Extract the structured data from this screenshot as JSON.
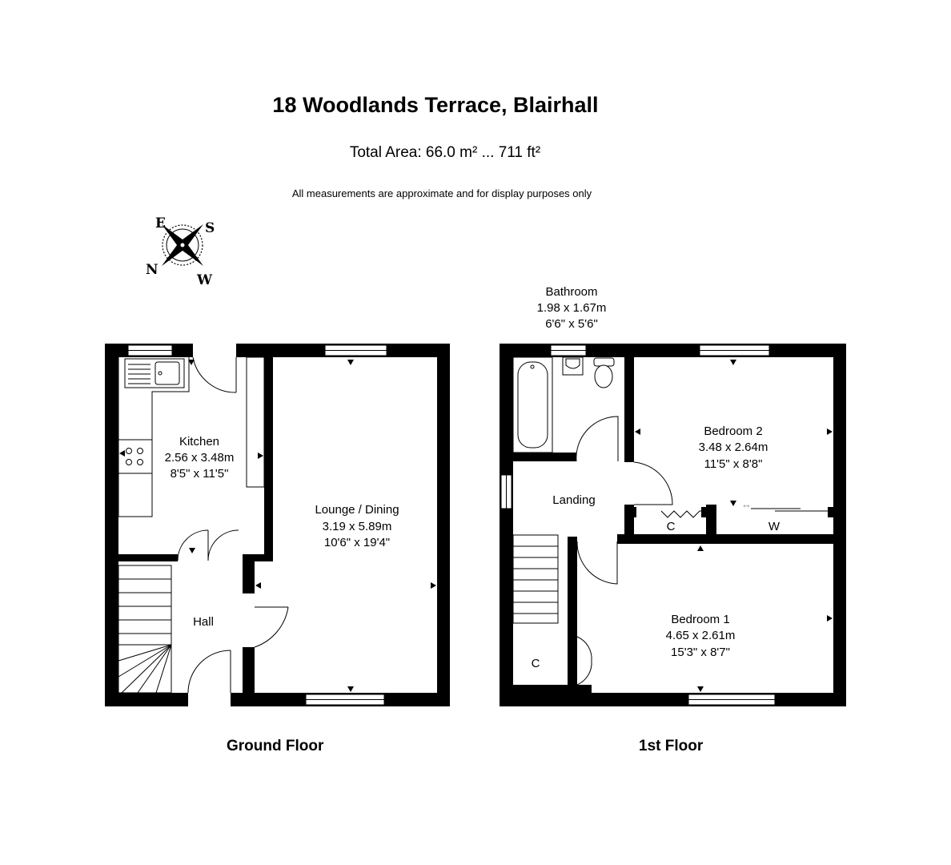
{
  "header": {
    "title": "18 Woodlands Terrace, Blairhall",
    "total_area": "Total Area: 66.0 m² ... 711 ft²",
    "disclaimer": "All measurements are approximate and for display purposes only"
  },
  "compass": {
    "n": "N",
    "e": "E",
    "s": "S",
    "w": "W"
  },
  "ground_floor": {
    "label": "Ground Floor",
    "kitchen": {
      "name": "Kitchen",
      "metric": "2.56 x 3.48m",
      "imperial": "8'5\" x 11'5\""
    },
    "lounge": {
      "name": "Lounge / Dining",
      "metric": "3.19 x 5.89m",
      "imperial": "10'6\" x 19'4\""
    },
    "hall": {
      "name": "Hall"
    }
  },
  "first_floor": {
    "label": "1st Floor",
    "bathroom": {
      "name": "Bathroom",
      "metric": "1.98 x 1.67m",
      "imperial": "6'6\" x 5'6\""
    },
    "bedroom2": {
      "name": "Bedroom 2",
      "metric": "3.48 x 2.64m",
      "imperial": "11'5\" x 8'8\""
    },
    "landing": {
      "name": "Landing"
    },
    "bedroom1": {
      "name": "Bedroom 1",
      "metric": "4.65 x 2.61m",
      "imperial": "15'3\" x 8'7\""
    },
    "cupboard_c1": "C",
    "cupboard_c2": "C",
    "wardrobe_w": "W"
  }
}
